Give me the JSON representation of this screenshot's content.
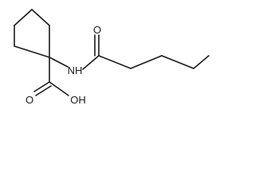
{
  "diagram": {
    "type": "skeletal-formula",
    "atom_labels": {
      "carbonyl_oxygen": "O",
      "amide_nitrogen": "NH",
      "acid_oxygen": "O",
      "hydroxyl": "OH"
    }
  }
}
